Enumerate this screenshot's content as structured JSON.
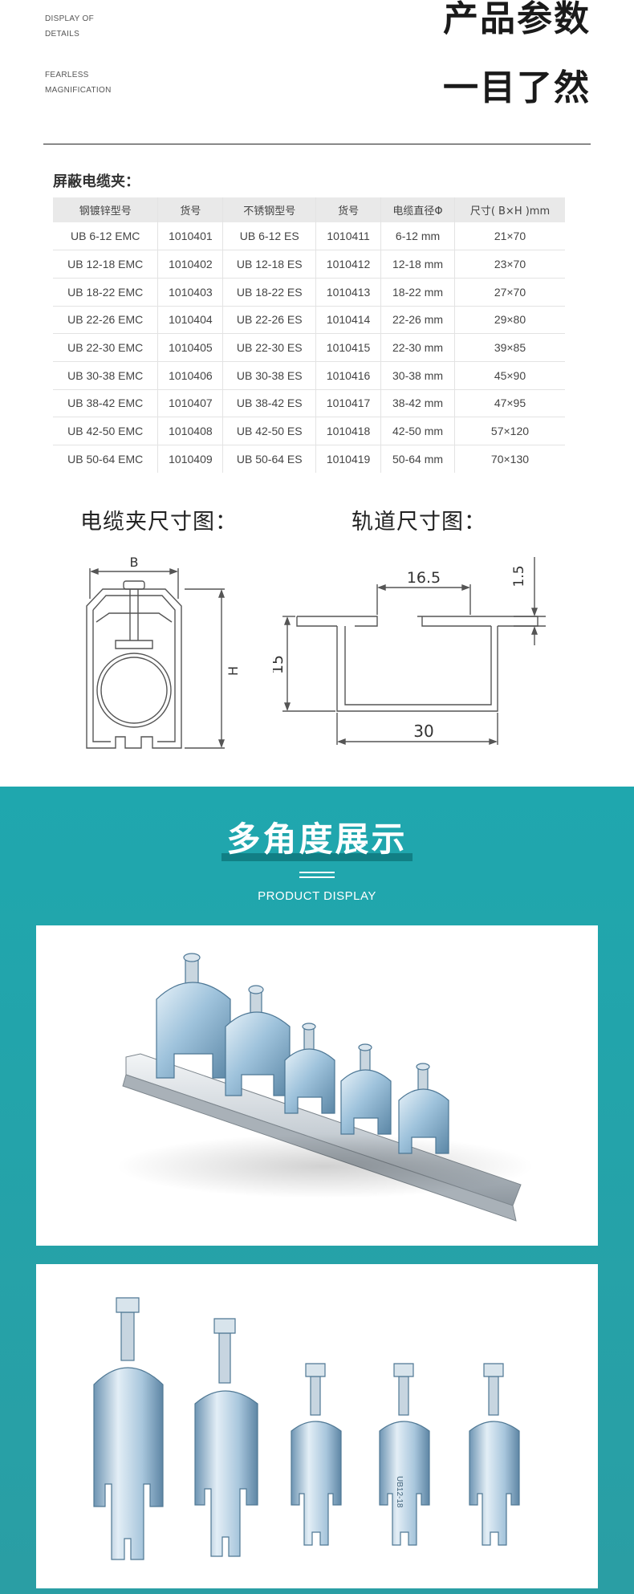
{
  "header": {
    "eng1": [
      "DISPLAY OF",
      "DETAILS"
    ],
    "eng2": [
      "FEARLESS",
      "MAGNIFICATION"
    ],
    "title1": "产品参数",
    "title2": "一目了然"
  },
  "table": {
    "title": "屏蔽电缆夹：",
    "headers": [
      "钢镀锌型号",
      "货号",
      "不锈钢型号",
      "货号",
      "电缆直径Φ",
      "尺寸( B×H )mm"
    ],
    "rows": [
      [
        "UB 6-12 EMC",
        "1010401",
        "UB 6-12 ES",
        "1010411",
        "6-12 mm",
        "21×70"
      ],
      [
        "UB 12-18 EMC",
        "1010402",
        "UB 12-18 ES",
        "1010412",
        "12-18 mm",
        "23×70"
      ],
      [
        "UB 18-22 EMC",
        "1010403",
        "UB 18-22 ES",
        "1010413",
        "18-22 mm",
        "27×70"
      ],
      [
        "UB 22-26 EMC",
        "1010404",
        "UB 22-26 ES",
        "1010414",
        "22-26 mm",
        "29×80"
      ],
      [
        "UB 22-30 EMC",
        "1010405",
        "UB 22-30 ES",
        "1010415",
        "22-30 mm",
        "39×85"
      ],
      [
        "UB 30-38 EMC",
        "1010406",
        "UB 30-38 ES",
        "1010416",
        "30-38 mm",
        "45×90"
      ],
      [
        "UB 38-42 EMC",
        "1010407",
        "UB 38-42 ES",
        "1010417",
        "38-42 mm",
        "47×95"
      ],
      [
        "UB 42-50 EMC",
        "1010408",
        "UB 42-50 ES",
        "1010418",
        "42-50 mm",
        "57×120"
      ],
      [
        "UB 50-64 EMC",
        "1010409",
        "UB 50-64 ES",
        "1010419",
        "50-64 mm",
        "70×130"
      ]
    ]
  },
  "diagrams": {
    "clamp_label": "电缆夹尺寸图：",
    "rail_label": "轨道尺寸图：",
    "clamp_dims": {
      "width": "B",
      "height": "H"
    },
    "rail_dims": {
      "top_gap": "16.5",
      "thickness": "1.5",
      "depth": "15",
      "width": "30"
    }
  },
  "display": {
    "title": "多角度展示",
    "subtitle": "PRODUCT DISPLAY",
    "photo_text": "UB12-18"
  },
  "colors": {
    "accent": "#1fa2a9",
    "band": "#1fa7ae",
    "steel": "#9fc3dc"
  }
}
